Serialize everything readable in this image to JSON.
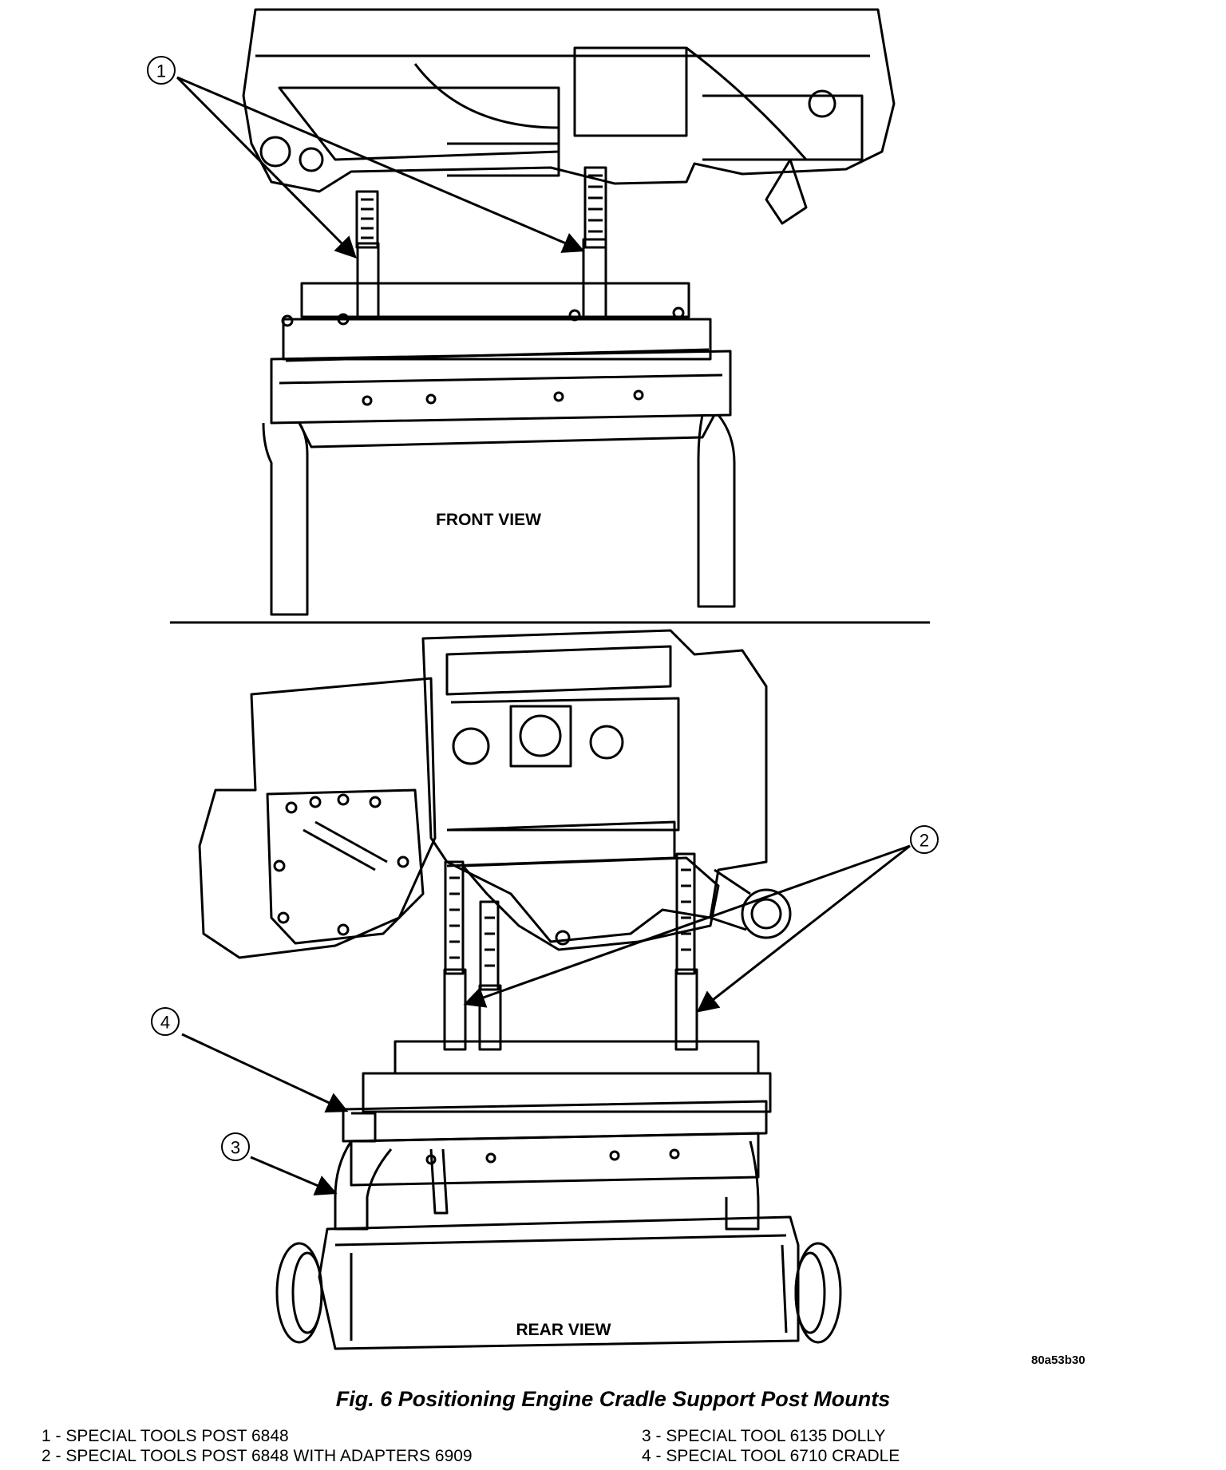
{
  "figure": {
    "front_view_label": "FRONT VIEW",
    "rear_view_label": "REAR VIEW",
    "image_code": "80a53b30",
    "callouts": [
      "1",
      "2",
      "3",
      "4"
    ]
  },
  "caption": "Fig. 6 Positioning Engine Cradle Support Post Mounts",
  "legend": [
    "1 - SPECIAL TOOLS POST 6848",
    "2 - SPECIAL TOOLS POST 6848 WITH ADAPTERS 6909",
    "3 - SPECIAL TOOL 6135 DOLLY",
    "4 - SPECIAL TOOL 6710 CRADLE"
  ]
}
